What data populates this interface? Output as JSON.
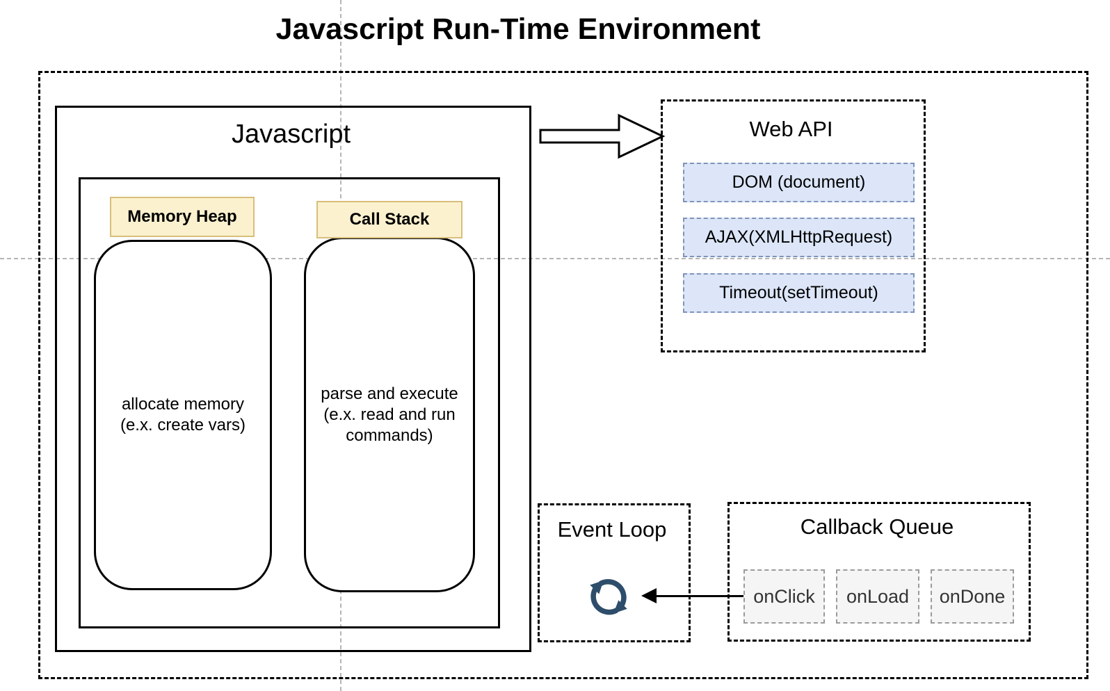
{
  "title": "Javascript Run-Time Environment",
  "engine": {
    "label": "Javascript",
    "memory_heap": {
      "header": "Memory Heap",
      "note": "allocate memory\n(e.x. create vars)"
    },
    "call_stack": {
      "header": "Call Stack",
      "note": "parse and execute\n(e.x. read and run\ncommands)"
    }
  },
  "web_api": {
    "title": "Web API",
    "items": [
      "DOM (document)",
      "AJAX(XMLHttpRequest)",
      "Timeout(setTimeout)"
    ]
  },
  "event_loop": {
    "title": "Event Loop",
    "icon": "cycle-arrows-icon"
  },
  "callback_queue": {
    "title": "Callback Queue",
    "items": [
      "onClick",
      "onLoad",
      "onDone"
    ]
  },
  "colors": {
    "header_fill": "#FBF1CE",
    "header_border": "#D8BE7C",
    "webapi_item_fill": "#DCE6F8",
    "webapi_item_border": "#7E93B8",
    "queue_item_fill": "#F5F5F5",
    "queue_item_border": "#9A9A9A",
    "event_loop_icon": "#2E4D6B",
    "guide_line": "#B5B5B5"
  }
}
